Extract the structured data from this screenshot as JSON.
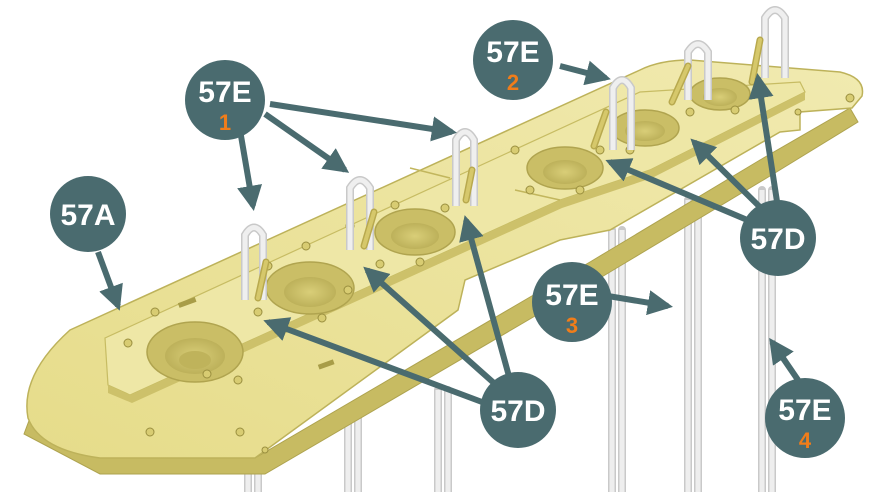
{
  "colors": {
    "plate_top": "#e9e29a",
    "plate_side": "#cfc46c",
    "plate_edge": "#bdb25a",
    "hole_inner": "#c9bd66",
    "tube": "#ebebeb",
    "tube_outline": "#c9c9c9",
    "callout_fill": "#4a6b6f",
    "arrow": "#4a6b6f",
    "number_accent": "#f07d1a"
  },
  "callouts": {
    "a57": {
      "main": "57A"
    },
    "e1": {
      "main": "57E",
      "sub": "1"
    },
    "e2": {
      "main": "57E",
      "sub": "2"
    },
    "e3": {
      "main": "57E",
      "sub": "3"
    },
    "e4": {
      "main": "57E",
      "sub": "4"
    },
    "d_right": {
      "main": "57D"
    },
    "d_bottom": {
      "main": "57D"
    }
  }
}
